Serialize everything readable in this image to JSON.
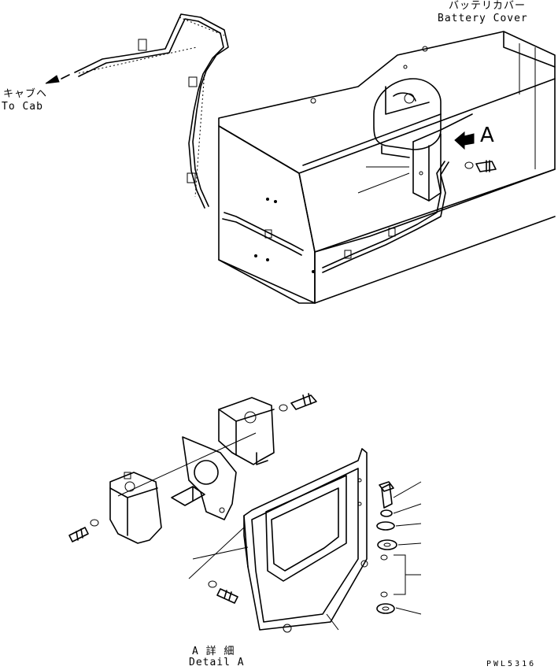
{
  "labels": {
    "battery_cover_jp": "バッテリカバー",
    "battery_cover_en": "Battery Cover",
    "to_cab_jp": "キャブヘ",
    "to_cab_en": "To Cab",
    "view_letter": "A",
    "detail_jp": "A 詳 細",
    "detail_en": "Detail A",
    "drawing_code": "PWL5316"
  }
}
